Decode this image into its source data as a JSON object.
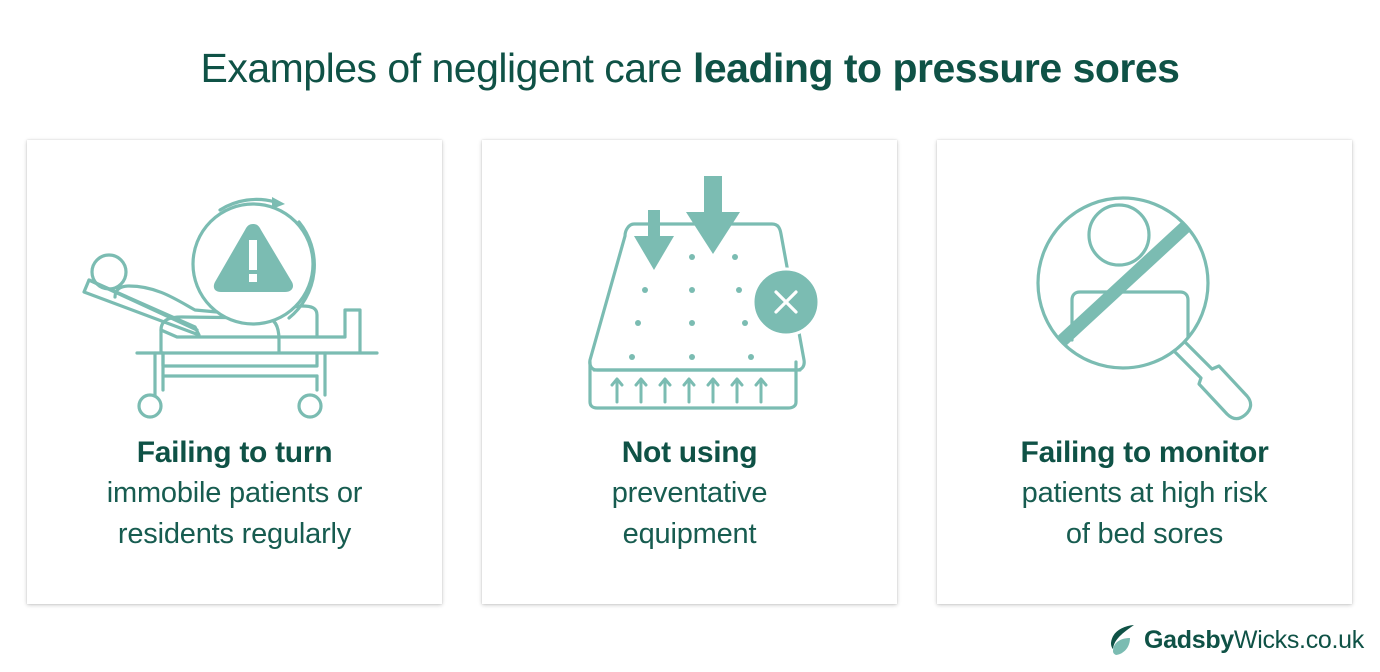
{
  "title": {
    "light": "Examples of negligent care ",
    "bold": "leading to pressure sores"
  },
  "cards": [
    {
      "icon": "patient-bed-warning-icon",
      "heading": "Failing to turn",
      "lines": [
        "immobile patients or",
        "residents regularly"
      ]
    },
    {
      "icon": "mattress-pressure-cross-icon",
      "heading": "Not using",
      "lines": [
        "preventative",
        "equipment"
      ]
    },
    {
      "icon": "magnifier-person-crossed-icon",
      "heading": "Failing to monitor",
      "lines": [
        "patients at high risk",
        "of bed sores"
      ]
    }
  ],
  "brand": {
    "bold": "Gadsby",
    "regular": "Wicks.co.uk",
    "icon": "leaf-logo-icon"
  },
  "colors": {
    "dark_green": "#0f5246",
    "teal": "#7bbcb2",
    "background": "#ffffff"
  }
}
